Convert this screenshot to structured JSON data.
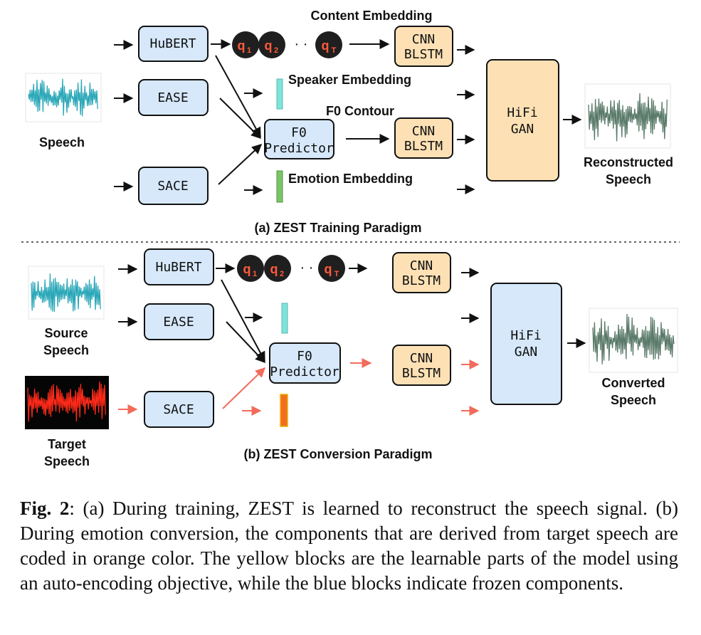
{
  "colors": {
    "frozen_fill": "#d6e8fa",
    "learnable_fill": "#fde1b5",
    "speaker_embedding": "#7fe3da",
    "emotion_embedding_train": "#7cc46a",
    "emotion_embedding_target": "#f26d21",
    "token_fill": "#1f1f1f",
    "token_text": "#ff5a3c",
    "target_arrow": "#f26b5b",
    "speech_wave": "#2aa7b8",
    "target_wave": "#ff2a1a",
    "output_wave": "#5a7a6a"
  },
  "training": {
    "title": "(a) ZEST Training Paradigm",
    "input_label": "Speech",
    "hubert": "HuBERT",
    "ease": "EASE",
    "sace": "SACE",
    "f0_predictor_line1": "F0",
    "f0_predictor_line2": "Predictor",
    "cnn_blstm_1_line1": "CNN",
    "cnn_blstm_1_line2": "BLSTM",
    "cnn_blstm_2_line1": "CNN",
    "cnn_blstm_2_line2": "BLSTM",
    "hifigan_line1": "HiFi",
    "hifigan_line2": "GAN",
    "content_embedding": "Content Embedding",
    "speaker_embedding": "Speaker Embedding",
    "f0_contour": "F0 Contour",
    "emotion_embedding": "Emotion Embedding",
    "output_label_line1": "Reconstructed",
    "output_label_line2": "Speech",
    "token_1": "q",
    "token_1_sub": "1",
    "token_2": "q",
    "token_2_sub": "2",
    "token_dots": "· ·",
    "token_T": "q",
    "token_T_sub": "T"
  },
  "conversion": {
    "title": "(b) ZEST Conversion Paradigm",
    "source_label_line1": "Source",
    "source_label_line2": "Speech",
    "target_label_line1": "Target",
    "target_label_line2": "Speech",
    "hubert": "HuBERT",
    "ease": "EASE",
    "sace": "SACE",
    "f0_predictor_line1": "F0",
    "f0_predictor_line2": "Predictor",
    "cnn_blstm_1_line1": "CNN",
    "cnn_blstm_1_line2": "BLSTM",
    "cnn_blstm_2_line1": "CNN",
    "cnn_blstm_2_line2": "BLSTM",
    "hifigan_line1": "HiFi",
    "hifigan_line2": "GAN",
    "output_label_line1": "Converted",
    "output_label_line2": "Speech",
    "token_1": "q",
    "token_1_sub": "1",
    "token_2": "q",
    "token_2_sub": "2",
    "token_dots": "· ·",
    "token_T": "q",
    "token_T_sub": "T"
  },
  "caption": {
    "label": "Fig. 2",
    "text": ": (a) During training, ZEST is learned to reconstruct the speech signal.  (b) During emotion conversion, the components that are derived from target speech are coded in orange color. The yellow blocks are the learnable parts of the model using an auto-encoding objective, while the blue blocks indicate frozen components."
  }
}
